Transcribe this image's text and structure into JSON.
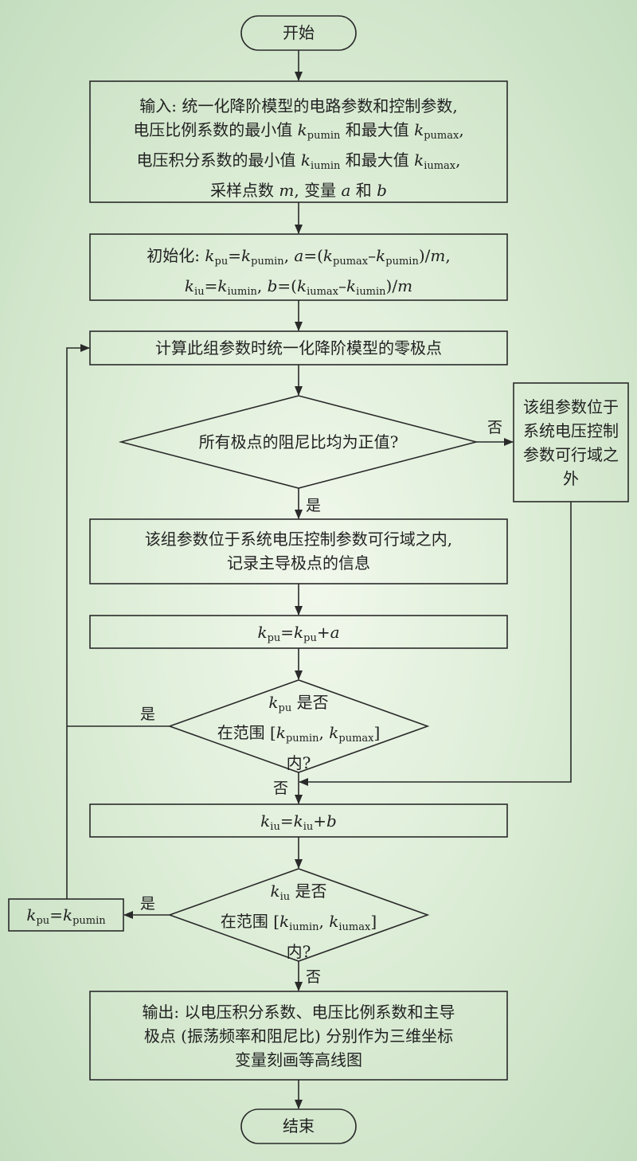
{
  "flowchart": {
    "start": "开始",
    "end": "结束",
    "input": {
      "prefix": "输入: 统一化降阶模型的电路参数和控制参数,",
      "l2_a": "电压比例系数的最小值 ",
      "k1": "k",
      "s1": "pumin",
      "l2_b": " 和最大值 ",
      "k2": "k",
      "s2": "pumax",
      "l2_c": ",",
      "l3_a": "电压积分系数的最小值 ",
      "k3": "k",
      "s3": "iumin",
      "l3_b": " 和最大值 ",
      "k4": "k",
      "s4": "iumax",
      "l3_c": ",",
      "l4_a": "采样点数 ",
      "m": "m",
      "l4_b": ", 变量 ",
      "a": "a",
      "l4_c": " 和 ",
      "b": "b"
    },
    "init": {
      "l1_prefix": "初始化: ",
      "l1_formula": "k_pu=k_pumin, a=(k_pumax–k_pumin)/m,",
      "l2_formula": "k_iu=k_iumin, b=(k_iumax–k_iumin)/m"
    },
    "compute": "计算此组参数时统一化降阶模型的零极点",
    "decision1": "所有极点的阻尼比均为正值?",
    "outside": "该组参数位于系统电压控制参数可行域之外",
    "inside_line1": "该组参数位于系统电压控制参数可行域之内,",
    "inside_line2": "记录主导极点的信息",
    "update_kpu": "k_pu=k_pu+a",
    "decision2": {
      "l1_suffix": " 是否",
      "l2_prefix": "在范围 [",
      "l3": "内?"
    },
    "update_kiu": "k_iu=k_iu+b",
    "decision3": {
      "l1_suffix": " 是否",
      "l2_prefix": "在范围 [",
      "l3": "内?"
    },
    "reset_kpu": "k_pu=k_pumin",
    "output_line1": "输出: 以电压积分系数、电压比例系数和主导",
    "output_line2": "极点 (振荡频率和阻尼比) 分别作为三维坐标",
    "output_line3": "变量刻画等高线图",
    "labels": {
      "yes": "是",
      "no": "否"
    }
  }
}
